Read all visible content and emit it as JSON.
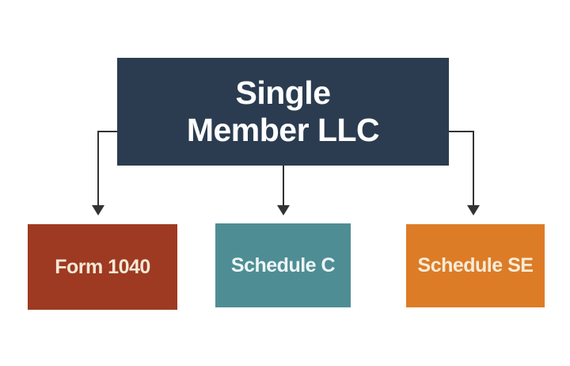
{
  "diagram": {
    "background_color": "#ffffff",
    "connector_color": "#333333",
    "root_node": {
      "label": "Single Member LLC",
      "line1": "Single",
      "line2": "Member LLC",
      "bg_color": "#2b3c50",
      "text_color": "#ffffff"
    },
    "child_nodes": [
      {
        "id": "form-1040",
        "label": "Form 1040",
        "bg_color": "#9e3a21",
        "text_color": "#f3e9d6"
      },
      {
        "id": "schedule-c",
        "label": "Schedule C",
        "bg_color": "#4f8d95",
        "text_color": "#edf6f5"
      },
      {
        "id": "schedule-se",
        "label": "Schedule SE",
        "bg_color": "#dd7c26",
        "text_color": "#f6ecd9"
      }
    ]
  }
}
